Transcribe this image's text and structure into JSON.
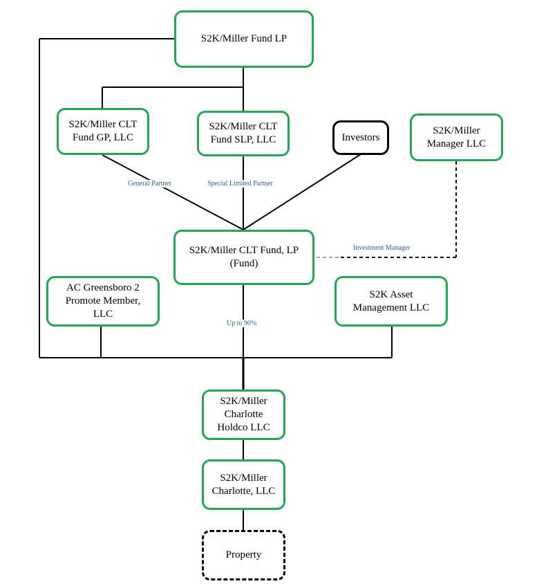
{
  "colors": {
    "entity_border": "#1daa4a",
    "investor_border": "#000000",
    "label_text": "#2f5f8a",
    "connector": "#000000"
  },
  "entities": {
    "fund_lp": "S2K/Miller Fund LP",
    "clt_gp": "S2K/Miller CLT\nFund GP, LLC",
    "clt_slp": "S2K/Miller CLT\nFund SLP, LLC",
    "investors": "Investors",
    "manager": "S2K/Miller\nManager LLC",
    "clt_fund": "S2K/Miller CLT Fund, LP\n(Fund)",
    "ac_greensboro": "AC Greensboro 2\nPromote Member,\nLLC",
    "asset_mgmt": "S2K Asset\nManagement LLC",
    "holdco": "S2K/Miller\nCharlotte\nHoldco LLC",
    "charlotte": "S2K/Miller\nCharlotte, LLC",
    "property": "Property"
  },
  "labels": {
    "general_partner": "General Partner",
    "special_limited_partner": "Special Limited Partner",
    "investment_manager": "Investment Manager",
    "up_to": "Up to 90%"
  }
}
